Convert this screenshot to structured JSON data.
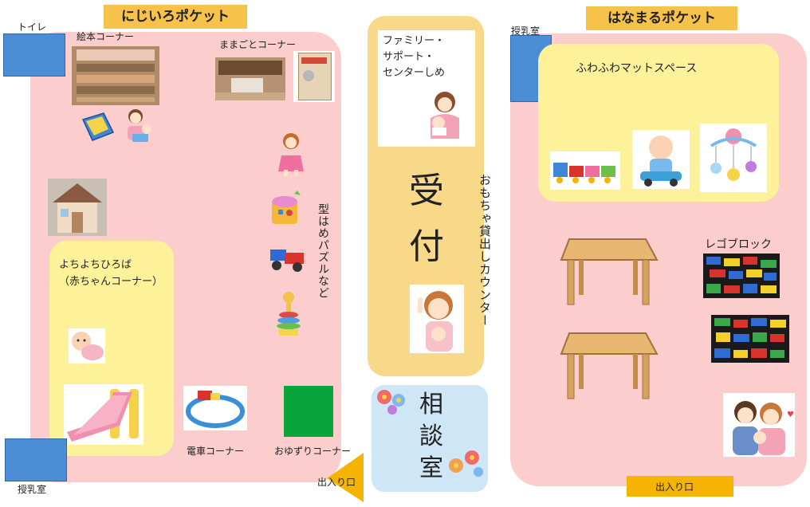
{
  "left_area": {
    "title": "にじいろポケット",
    "toilet_label": "トイレ",
    "ehon_label": "絵本コーナー",
    "mamagoto_label": "ままごとコーナー",
    "katahame_label": "型はめパズルなど",
    "yochiyochi_label": "よちよちひろば\n（赤ちゃんコーナー）",
    "densha_label": "電車コーナー",
    "oyuzuri_label": "おゆずりコーナー",
    "nursing_label": "授乳室",
    "entrance_label": "出入り口"
  },
  "center_area": {
    "family_support_label": "ファミリー・\nサポート・\nセンターしめ",
    "reception_label": "受付",
    "toy_lending_label": "おもちゃ貸出しカウンター",
    "consult_label": "相談室"
  },
  "right_area": {
    "title": "はなまるポケット",
    "nursing_label": "授乳室",
    "mat_space_label": "ふわふわマットスペース",
    "lego_label": "レゴブロック",
    "entrance_label": "出入り口"
  },
  "colors": {
    "zone_pink": "#fbcdcd",
    "zone_yellow": "#fdf29a",
    "title_orange": "#f7c24a",
    "nursing_blue": "#4b8ed6",
    "consult_blue": "#cfe6f7",
    "oyuzuri_green": "#0aa53a"
  }
}
